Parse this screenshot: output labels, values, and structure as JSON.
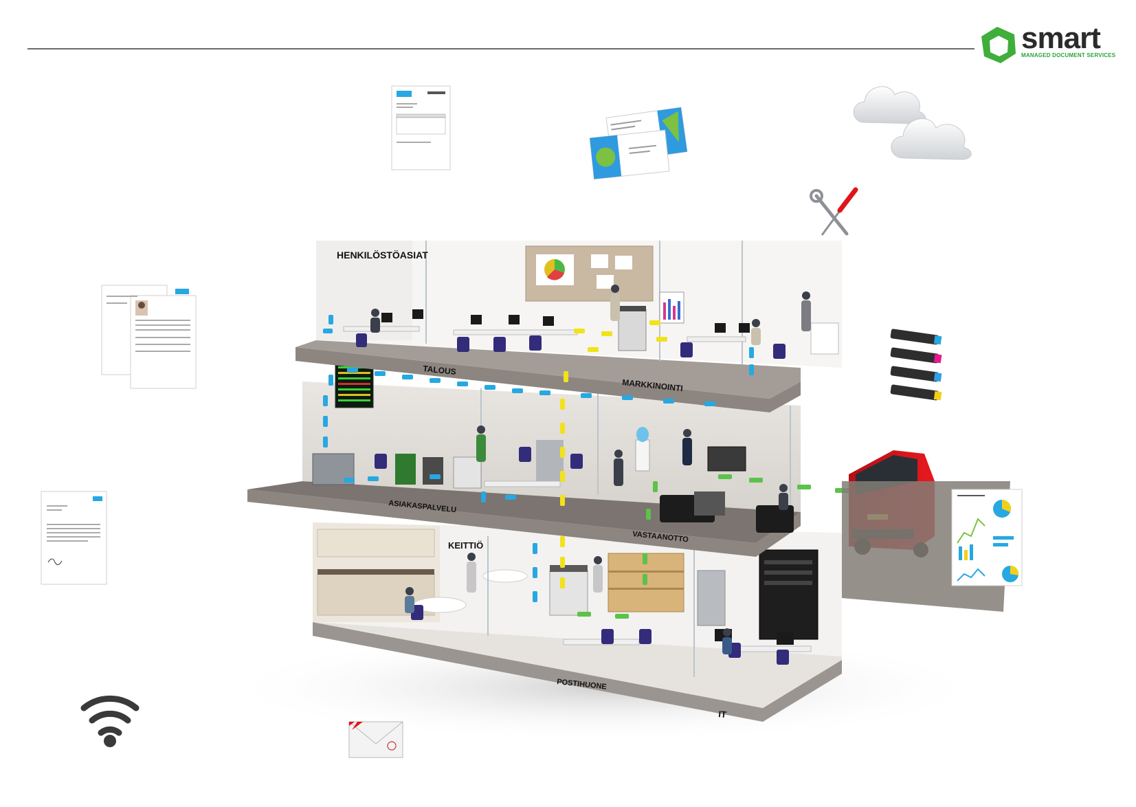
{
  "brand": {
    "name": "smart",
    "tagline": "MANAGED DOCUMENT SERVICES",
    "color_primary": "#3fae3a",
    "color_text": "#2b2b2b"
  },
  "departments": {
    "henkilostoasiat": "HENKILÖSTÖASIAT",
    "talous": "TALOUS",
    "markkinointi": "MARKKINOINTI",
    "asiakaspalvelu": "ASIAKASPALVELU",
    "vastaanotto": "VASTAANOTTO",
    "keittio": "KEITTIÖ",
    "postihuone": "POSTIHUONE",
    "it": "IT"
  },
  "colors": {
    "flow_blue": "#27a8e0",
    "flow_yellow": "#f2e21a",
    "flow_green": "#5cc24a",
    "van_red": "#e0141b",
    "floor_grey": "#8c8580",
    "chair_purple": "#332c7a"
  },
  "icons": [
    "invoice-document-icon",
    "business-cards-icon",
    "cloud-icon",
    "tools-icon",
    "cv-documents-icon",
    "toner-cartridges-icon",
    "letter-document-icon",
    "report-document-icon",
    "wifi-icon",
    "envelope-icon"
  ]
}
